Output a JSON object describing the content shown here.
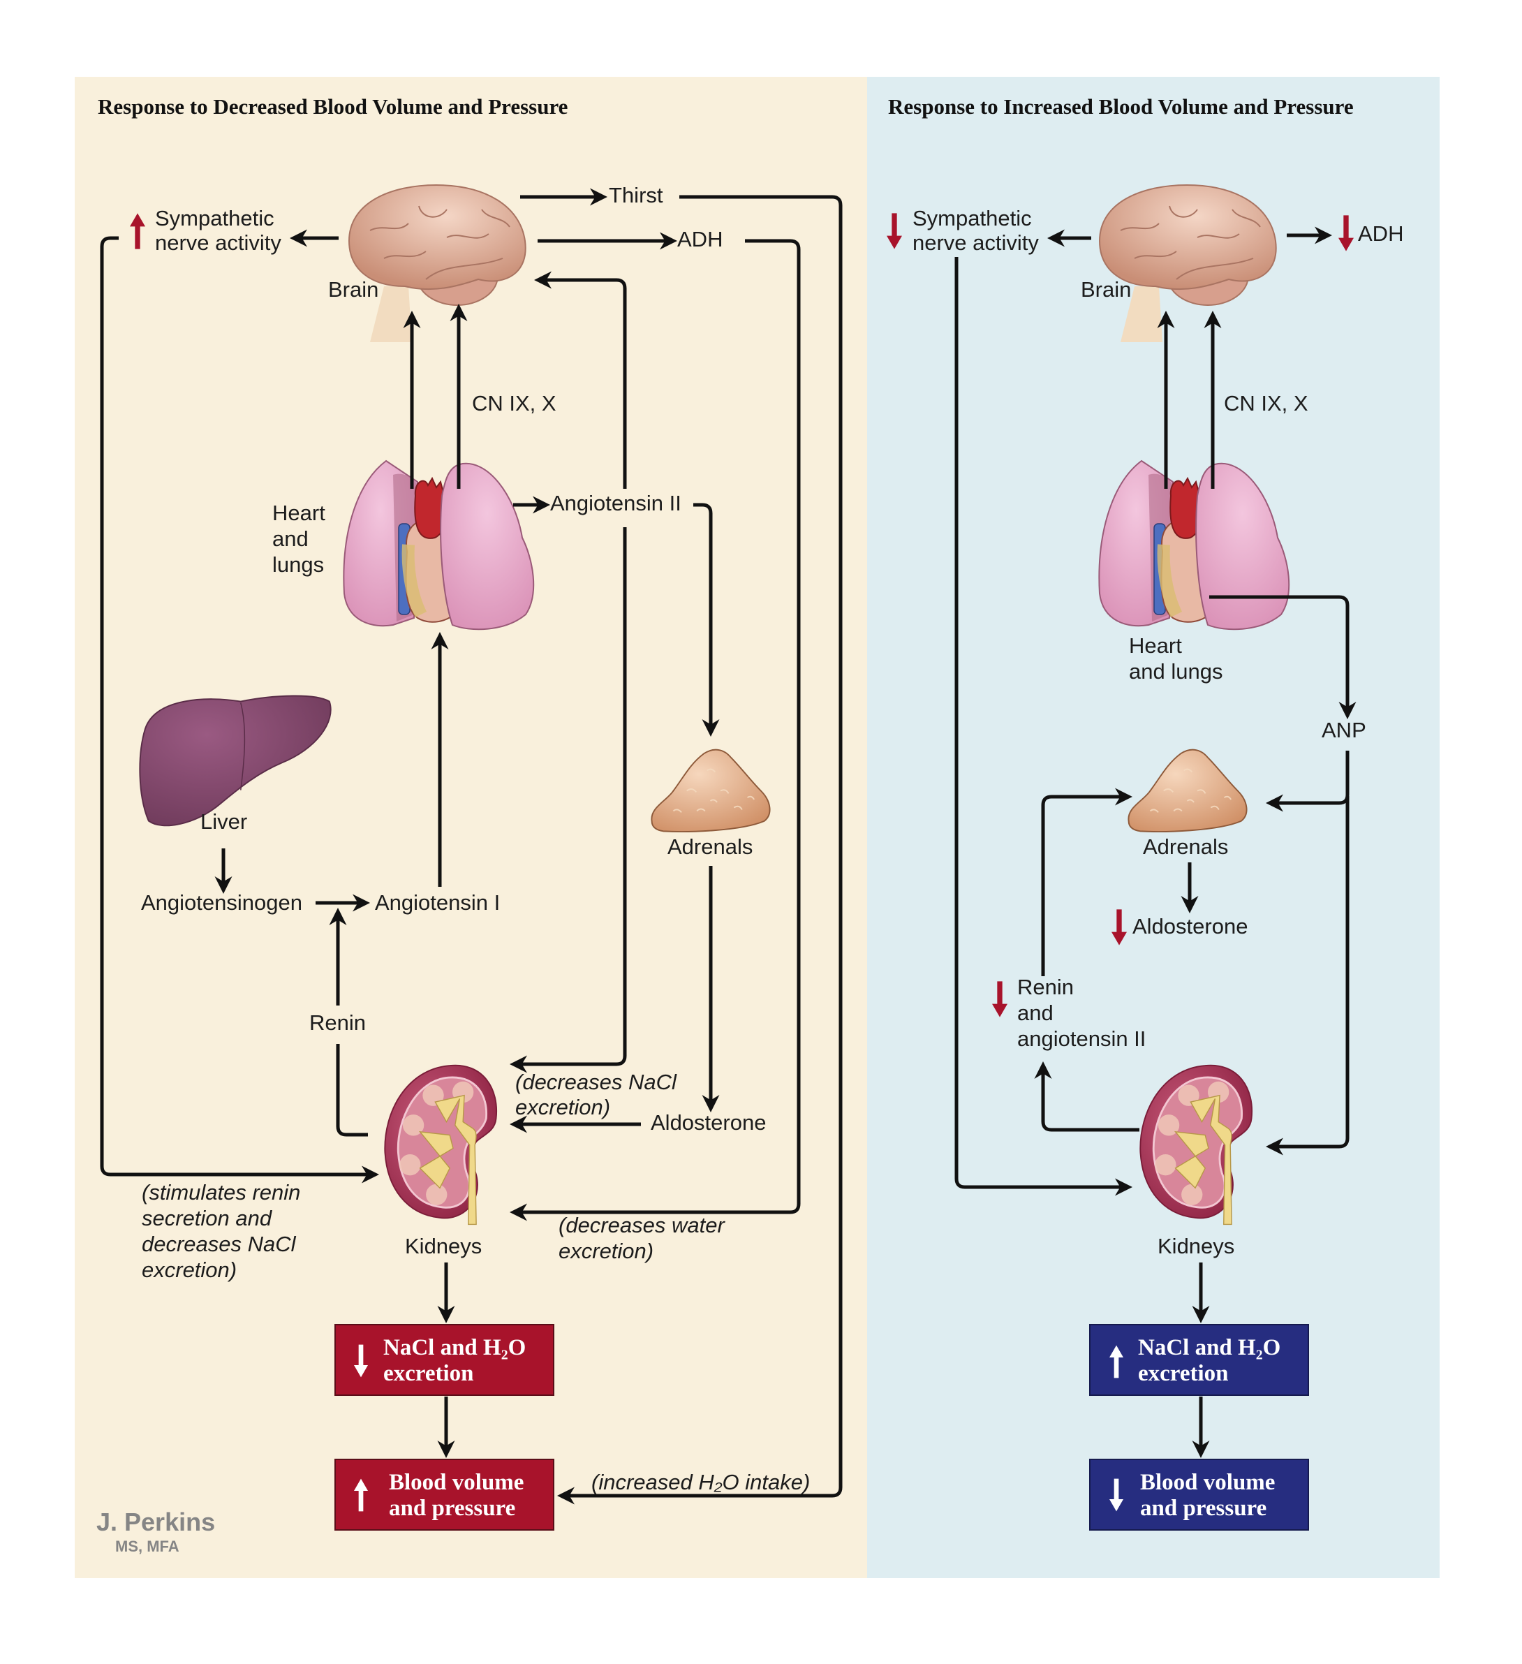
{
  "colors": {
    "left_panel_bg": "#f9f0dc",
    "right_panel_bg": "#deedf1",
    "increase_box": "#a8132b",
    "decrease_box": "#262d80",
    "indicator_red": "#a8132b",
    "line": "#111111"
  },
  "left_panel": {
    "title": "Response to Decreased Blood Volume and Pressure",
    "organs": {
      "brain": "Brain",
      "heart_lungs": [
        "Heart",
        "and",
        "lungs"
      ],
      "liver": "Liver",
      "adrenals": "Adrenals",
      "kidneys": "Kidneys"
    },
    "signals": {
      "sympathetic": [
        "Sympathetic",
        "nerve activity"
      ],
      "sympathetic_direction": "up",
      "thirst": "Thirst",
      "adh": "ADH",
      "cn": "CN IX, X",
      "angiotensin_ii": "Angiotensin II",
      "angiotensinogen": "Angiotensinogen",
      "angiotensin_i": "Angiotensin I",
      "renin": "Renin",
      "aldosterone": "Aldosterone"
    },
    "annotations": {
      "angiotensin_effect": [
        "(decreases NaCl",
        "excretion)"
      ],
      "sympathetic_effect": [
        "(stimulates renin",
        "secretion and",
        "decreases NaCl",
        "excretion)"
      ],
      "adh_effect": [
        "(decreases water",
        "excretion)"
      ],
      "thirst_effect": "(increased H₂O intake)"
    },
    "outcome_boxes": [
      {
        "direction": "down",
        "lines": [
          "NaCl and H₂O",
          "excretion"
        ]
      },
      {
        "direction": "up",
        "lines": [
          "Blood volume",
          "and pressure"
        ]
      }
    ]
  },
  "right_panel": {
    "title": "Response to Increased Blood Volume and Pressure",
    "organs": {
      "brain": "Brain",
      "heart_lungs": [
        "Heart",
        "and lungs"
      ],
      "adrenals": "Adrenals",
      "kidneys": "Kidneys"
    },
    "signals": {
      "sympathetic": [
        "Sympathetic",
        "nerve activity"
      ],
      "sympathetic_direction": "down",
      "adh": "ADH",
      "adh_direction": "down",
      "cn": "CN IX, X",
      "anp": "ANP",
      "aldosterone": "Aldosterone",
      "aldosterone_direction": "down",
      "renin_angiotensin": [
        "Renin",
        "and",
        "angiotensin II"
      ],
      "renin_direction": "down"
    },
    "outcome_boxes": [
      {
        "direction": "up",
        "lines": [
          "NaCl and H₂O",
          "excretion"
        ]
      },
      {
        "direction": "down",
        "lines": [
          "Blood volume",
          "and pressure"
        ]
      }
    ]
  },
  "signature": {
    "name": "J. Perkins",
    "credentials": "MS, MFA"
  }
}
